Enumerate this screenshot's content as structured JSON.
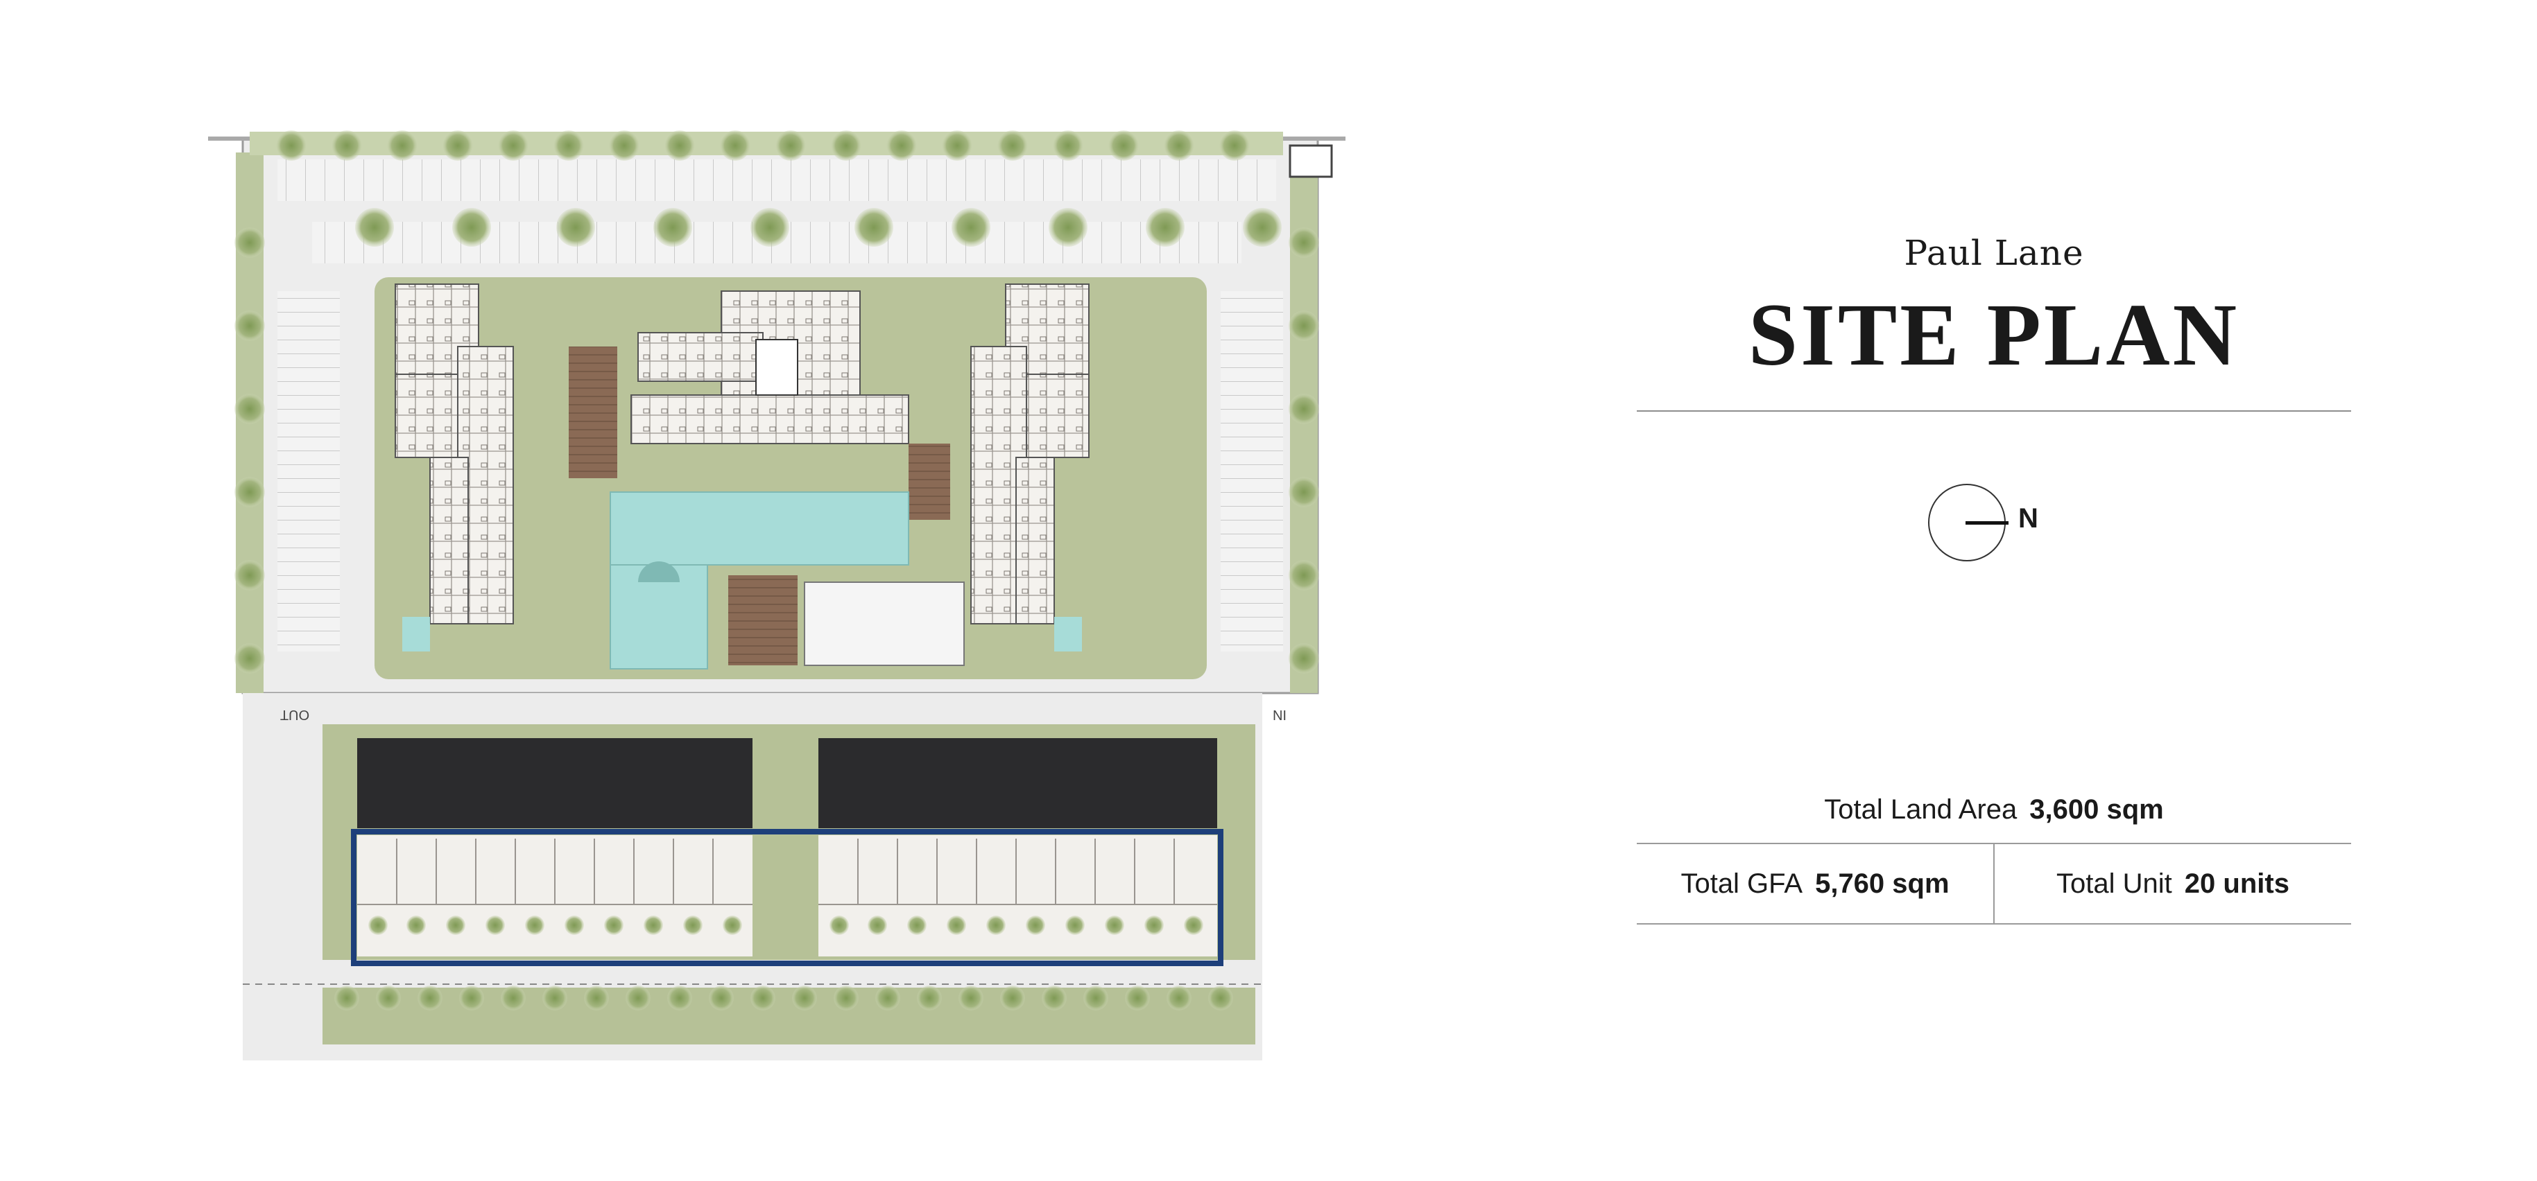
{
  "header": {
    "project_name": "Paul Lane",
    "title": "SITE PLAN"
  },
  "compass": {
    "label": "N"
  },
  "map_labels": {
    "out": "OUT",
    "in": "IN"
  },
  "stats": {
    "land_area": {
      "label": "Total Land Area",
      "value": "3,600 sqm"
    },
    "gfa": {
      "label": "Total GFA",
      "value": "5,760 sqm"
    },
    "units": {
      "label": "Total Unit",
      "value": "20 units"
    }
  },
  "colors": {
    "highlight": "#1d3f7a",
    "pool": "#a7dcd8",
    "greenery": "#8a9a63",
    "roof": "#2b2b2d",
    "paving": "#ececec"
  }
}
